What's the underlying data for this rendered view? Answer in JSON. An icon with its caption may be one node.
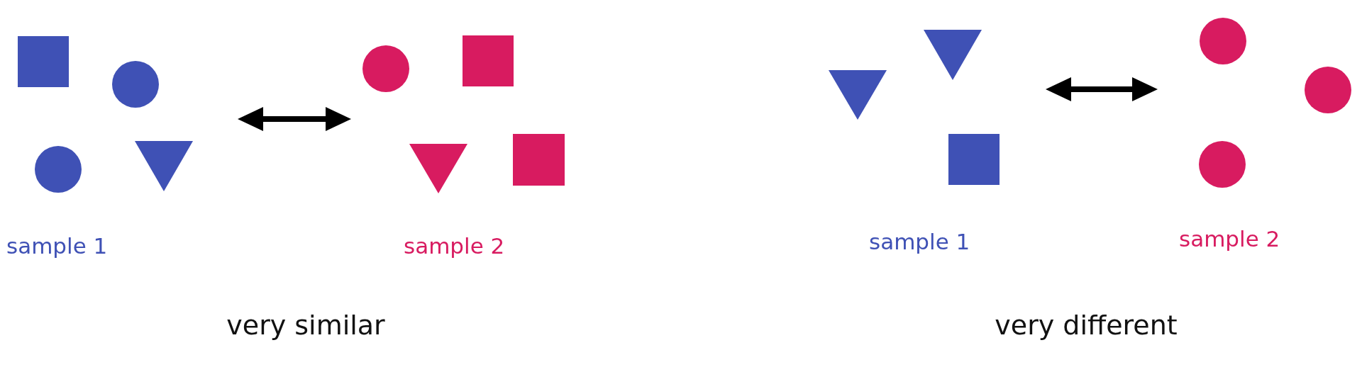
{
  "diagram": {
    "nodes": [
      {
        "text": [],
        "shape": "picture",
        "beside": [
          "sample 1"
        ]
      },
      {
        "text": [],
        "shape": "picture",
        "beside": [
          "sample 2"
        ]
      },
      {
        "text": [],
        "shape": "picture",
        "beside": [
          "sample 1"
        ]
      },
      {
        "text": [],
        "shape": "picture",
        "beside": [
          "sample 2"
        ]
      }
    ],
    "edges": [
      {
        "from": 0,
        "to": 1,
        "arrow": "both"
      },
      {
        "from": 2,
        "to": 3,
        "arrow": "both"
      }
    ],
    "labels": [
      "very similar",
      "very different"
    ]
  }
}
